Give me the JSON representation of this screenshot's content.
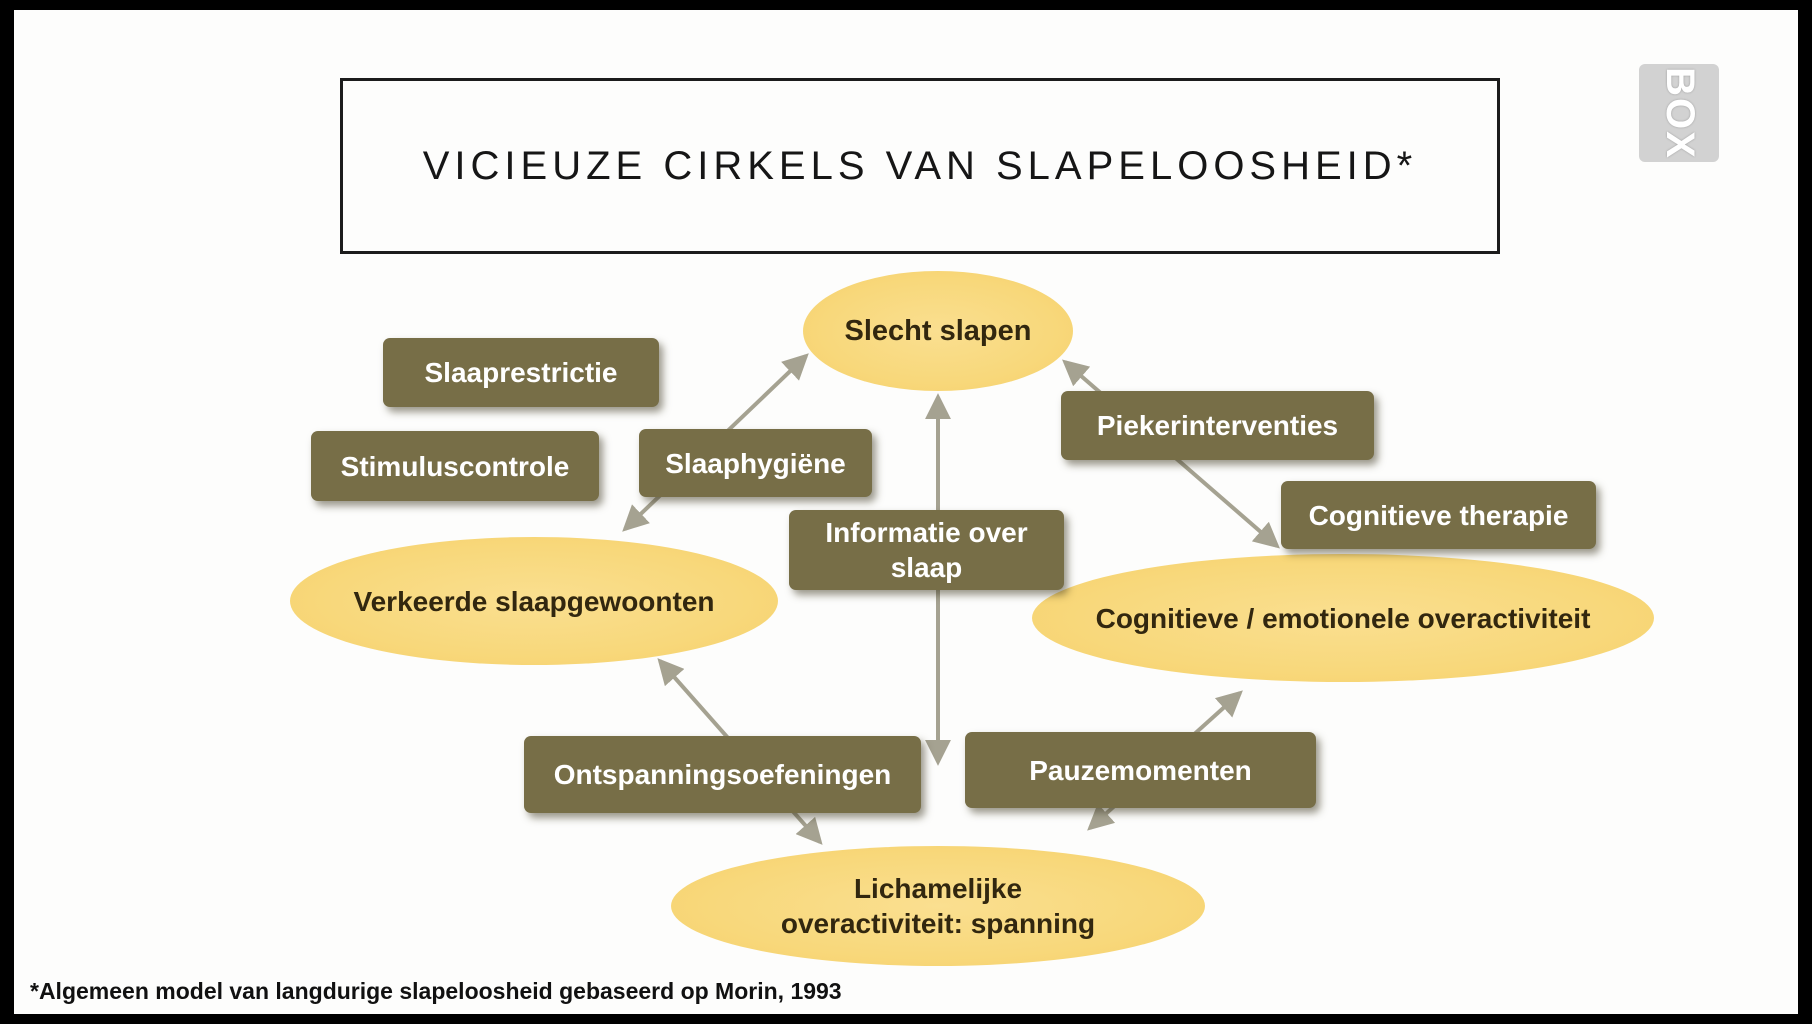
{
  "title": {
    "text": "VICIEUZE CIRKELS VAN SLAPELOOSHEID*"
  },
  "logo": {
    "text": "BOX"
  },
  "footnote": {
    "text": "*Algemeen model van langdurige slapeloosheid gebaseerd op Morin, 1993"
  },
  "colors": {
    "ellipse_fill": "#f8d87b",
    "ellipse_text": "#32270f",
    "intervention_fill": "#776e47",
    "intervention_text": "#ffffff",
    "arrow": "#a5a291",
    "frame": "#000000",
    "background": "#fdfdfc"
  },
  "ellipses": {
    "slecht_slapen": {
      "label": "Slecht slapen"
    },
    "verkeerde_slaapgewoonten": {
      "label": "Verkeerde slaapgewoonten"
    },
    "cognitieve_overactiviteit": {
      "label": "Cognitieve / emotionele overactiviteit"
    },
    "lichamelijke_overactiviteit": {
      "label_line1": "Lichamelijke",
      "label_line2": "overactiviteit: spanning"
    }
  },
  "interventions": {
    "slaaprestrictie": {
      "label": "Slaaprestrictie"
    },
    "stimuluscontrole": {
      "label": "Stimuluscontrole"
    },
    "slaaphygiene": {
      "label": "Slaaphygiëne"
    },
    "piekerinterventies": {
      "label": "Piekerinterventies"
    },
    "cognitieve_therapie": {
      "label": "Cognitieve therapie"
    },
    "informatie_over_slaap": {
      "label_line1": "Informatie over",
      "label_line2": "slaap"
    },
    "ontspanningsoefeningen": {
      "label": "Ontspanningsoefeningen"
    },
    "pauzemomenten": {
      "label": "Pauzemomenten"
    }
  }
}
